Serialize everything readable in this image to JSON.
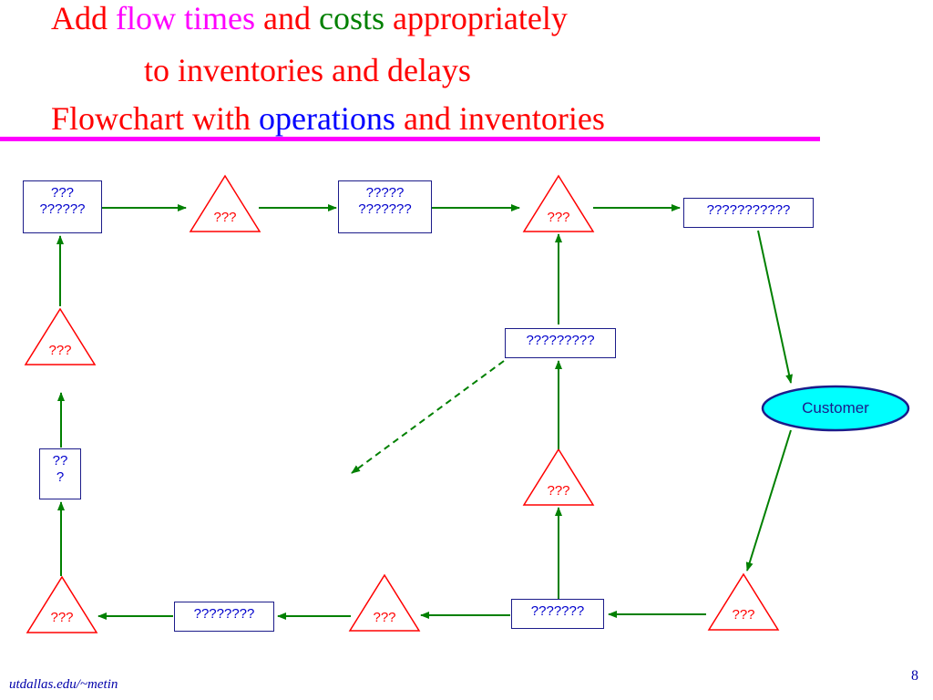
{
  "title": {
    "line1": [
      {
        "text": "Add ",
        "color": "red"
      },
      {
        "text": "flow times",
        "color": "magenta"
      },
      {
        "text": " and ",
        "color": "red"
      },
      {
        "text": "costs",
        "color": "green"
      },
      {
        "text": " appropriately",
        "color": "red"
      }
    ],
    "line2": [
      {
        "text": "to inventories and delays",
        "color": "red"
      }
    ],
    "line3": [
      {
        "text": "Flowchart with ",
        "color": "red"
      },
      {
        "text": "operations",
        "color": "blue"
      },
      {
        "text": " and inventories",
        "color": "red"
      }
    ]
  },
  "colors": {
    "title_red": "#ff0000",
    "title_magenta": "#ff00ff",
    "title_green": "#008000",
    "title_blue": "#0000ff",
    "rule": "#ff00ff",
    "arrow": "#008000",
    "triangle_stroke": "#ff0000",
    "box_border": "#1c1c8a",
    "box_text": "#0000cc",
    "customer_fill": "#00ffff",
    "customer_stroke": "#1c1c8a"
  },
  "diagram": {
    "boxes": {
      "top_left": {
        "line1": "???",
        "line2": "??????"
      },
      "top_middle": {
        "line1": "?????",
        "line2": "???????"
      },
      "top_right": {
        "line1": "???????????"
      },
      "mid_right": {
        "line1": "?????????"
      },
      "left_small": {
        "line1": "??",
        "line2": "?"
      },
      "bottom_left": {
        "line1": "????????"
      },
      "bottom_right": {
        "line1": "???????"
      }
    },
    "triangles": {
      "top_1": "???",
      "top_2": "???",
      "left_upper": "???",
      "mid_right": "???",
      "bottom_left": "???",
      "bottom_middle": "???",
      "bottom_right": "???"
    },
    "customer": "Customer"
  },
  "footer": {
    "source": "utdallas.edu/~metin",
    "page_number": "8"
  }
}
